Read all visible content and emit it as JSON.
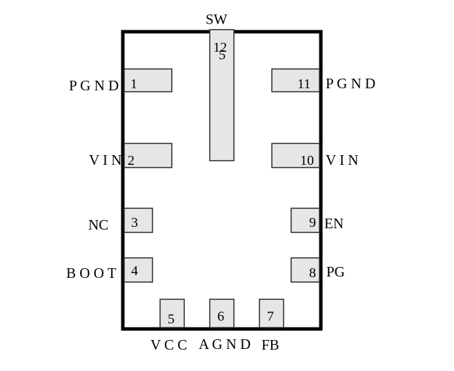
{
  "package": {
    "pins": [
      {
        "number": "1",
        "name": "P G N D"
      },
      {
        "number": "2",
        "name": "V I N"
      },
      {
        "number": "3",
        "name": "NC"
      },
      {
        "number": "4",
        "name": "B O O T"
      },
      {
        "number": "5",
        "name": "V C C"
      },
      {
        "number": "6",
        "name": "A G N D"
      },
      {
        "number": "7",
        "name": "FB"
      },
      {
        "number": "8",
        "name": "PG"
      },
      {
        "number": "9",
        "name": "EN"
      },
      {
        "number": "10",
        "name": "V I N"
      },
      {
        "number": "11",
        "name": "P G N D"
      },
      {
        "number": "12",
        "name": "SW"
      }
    ],
    "center_pad_number": "5"
  }
}
